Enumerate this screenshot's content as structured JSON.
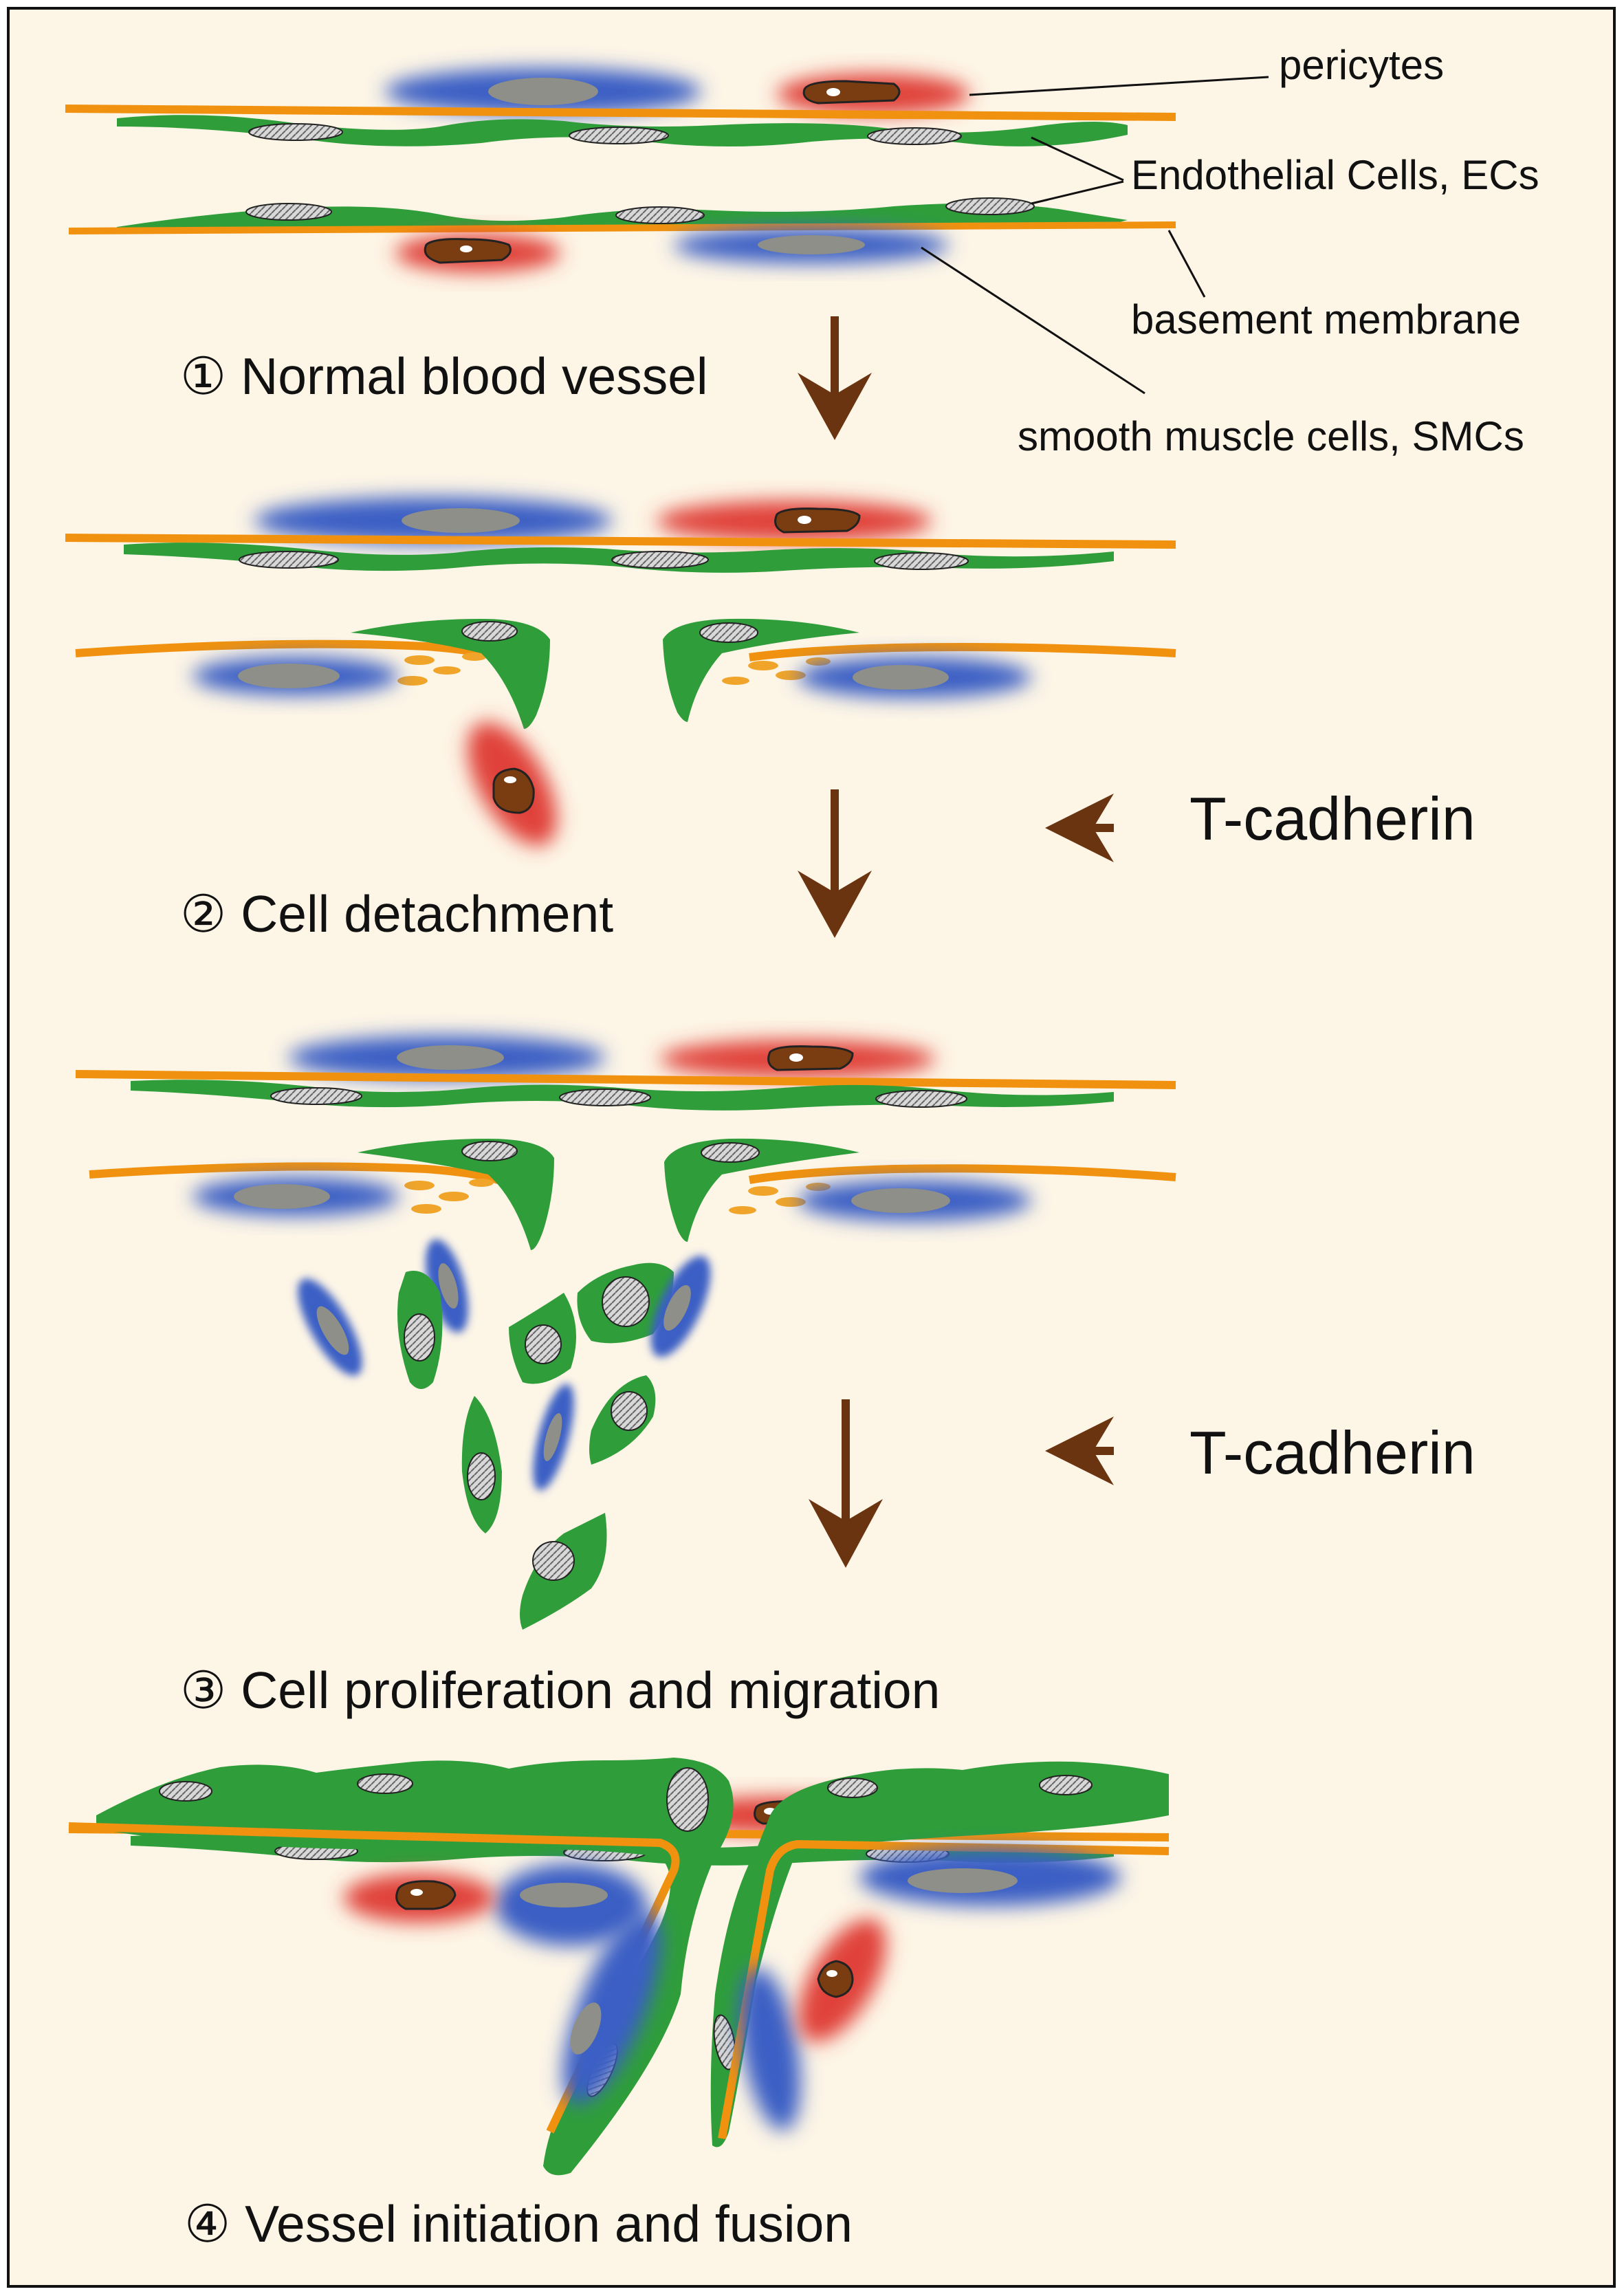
{
  "labels": {
    "pericytes": "pericytes",
    "endothelial_cells": "Endothelial Cells, ECs",
    "basement_membrane": "basement membrane",
    "smooth_muscle_cells": "smooth muscle cells, SMCs"
  },
  "steps": [
    {
      "number": "①",
      "text": "Normal blood vessel"
    },
    {
      "number": "②",
      "text": "Cell detachment"
    },
    {
      "number": "③",
      "text": "Cell proliferation and migration"
    },
    {
      "number": "④",
      "text": "Vessel initiation and fusion"
    }
  ],
  "regulators": [
    {
      "text": "T-cadherin"
    },
    {
      "text": "T-cadherin"
    }
  ],
  "colors": {
    "background": "#fdf5e6",
    "endothelial": "#2f9e3a",
    "basement_membrane": "#f0920f",
    "smooth_muscle": "#3a5fc4",
    "pericyte": "#e0423a",
    "pericyte_nucleus": "#7a3d12",
    "arrow": "#6b3410",
    "nucleus": "#9a9a9a"
  }
}
